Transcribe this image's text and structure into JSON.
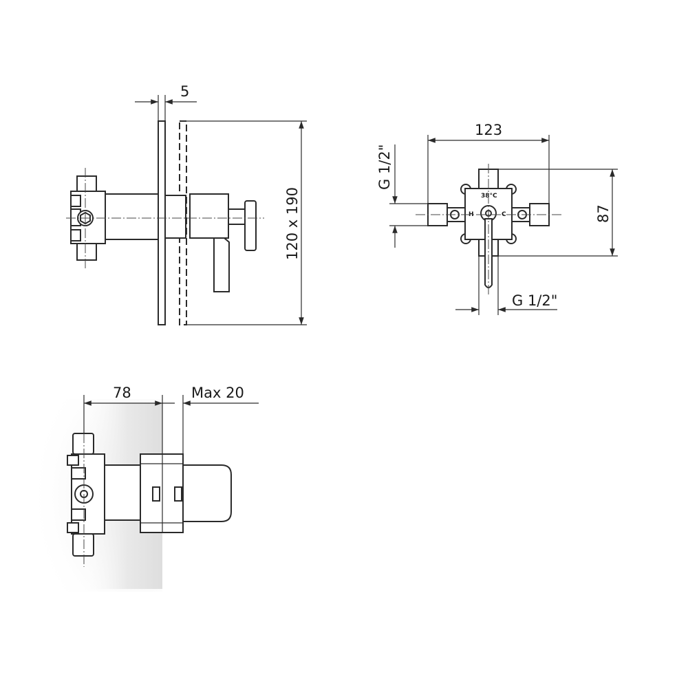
{
  "dimensions": {
    "plate_thickness": "5",
    "plate_size": "120 x 190",
    "width": "123",
    "height": "87",
    "inlet_left": "G 1/2\"",
    "outlet_bottom": "G 1/2\"",
    "depth": "78",
    "max_depth": "Max 20"
  },
  "markings": {
    "temperature": "38°C",
    "hot": "H",
    "cold": "C"
  },
  "colors": {
    "line": "#2a2a2a",
    "wall_shade": "#e6e6e6"
  }
}
